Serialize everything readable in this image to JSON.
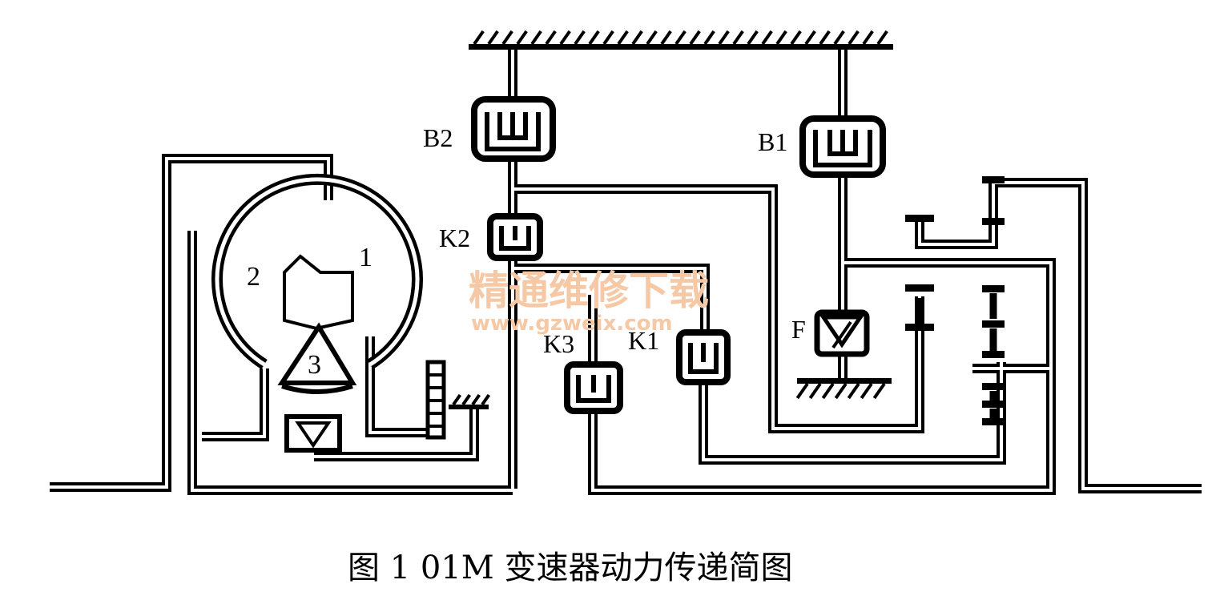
{
  "labels": {
    "b2": "B2",
    "b1": "B1",
    "k2": "K2",
    "k3": "K3",
    "k1": "K1",
    "f": "F",
    "turbine": "1",
    "pump": "2",
    "stator": "3"
  },
  "watermark": {
    "text": "精通维修下载",
    "url": "www.gzweix.com",
    "color": "#f6c9a6"
  },
  "caption": "图 1  01M 变速器动力传递简图"
}
